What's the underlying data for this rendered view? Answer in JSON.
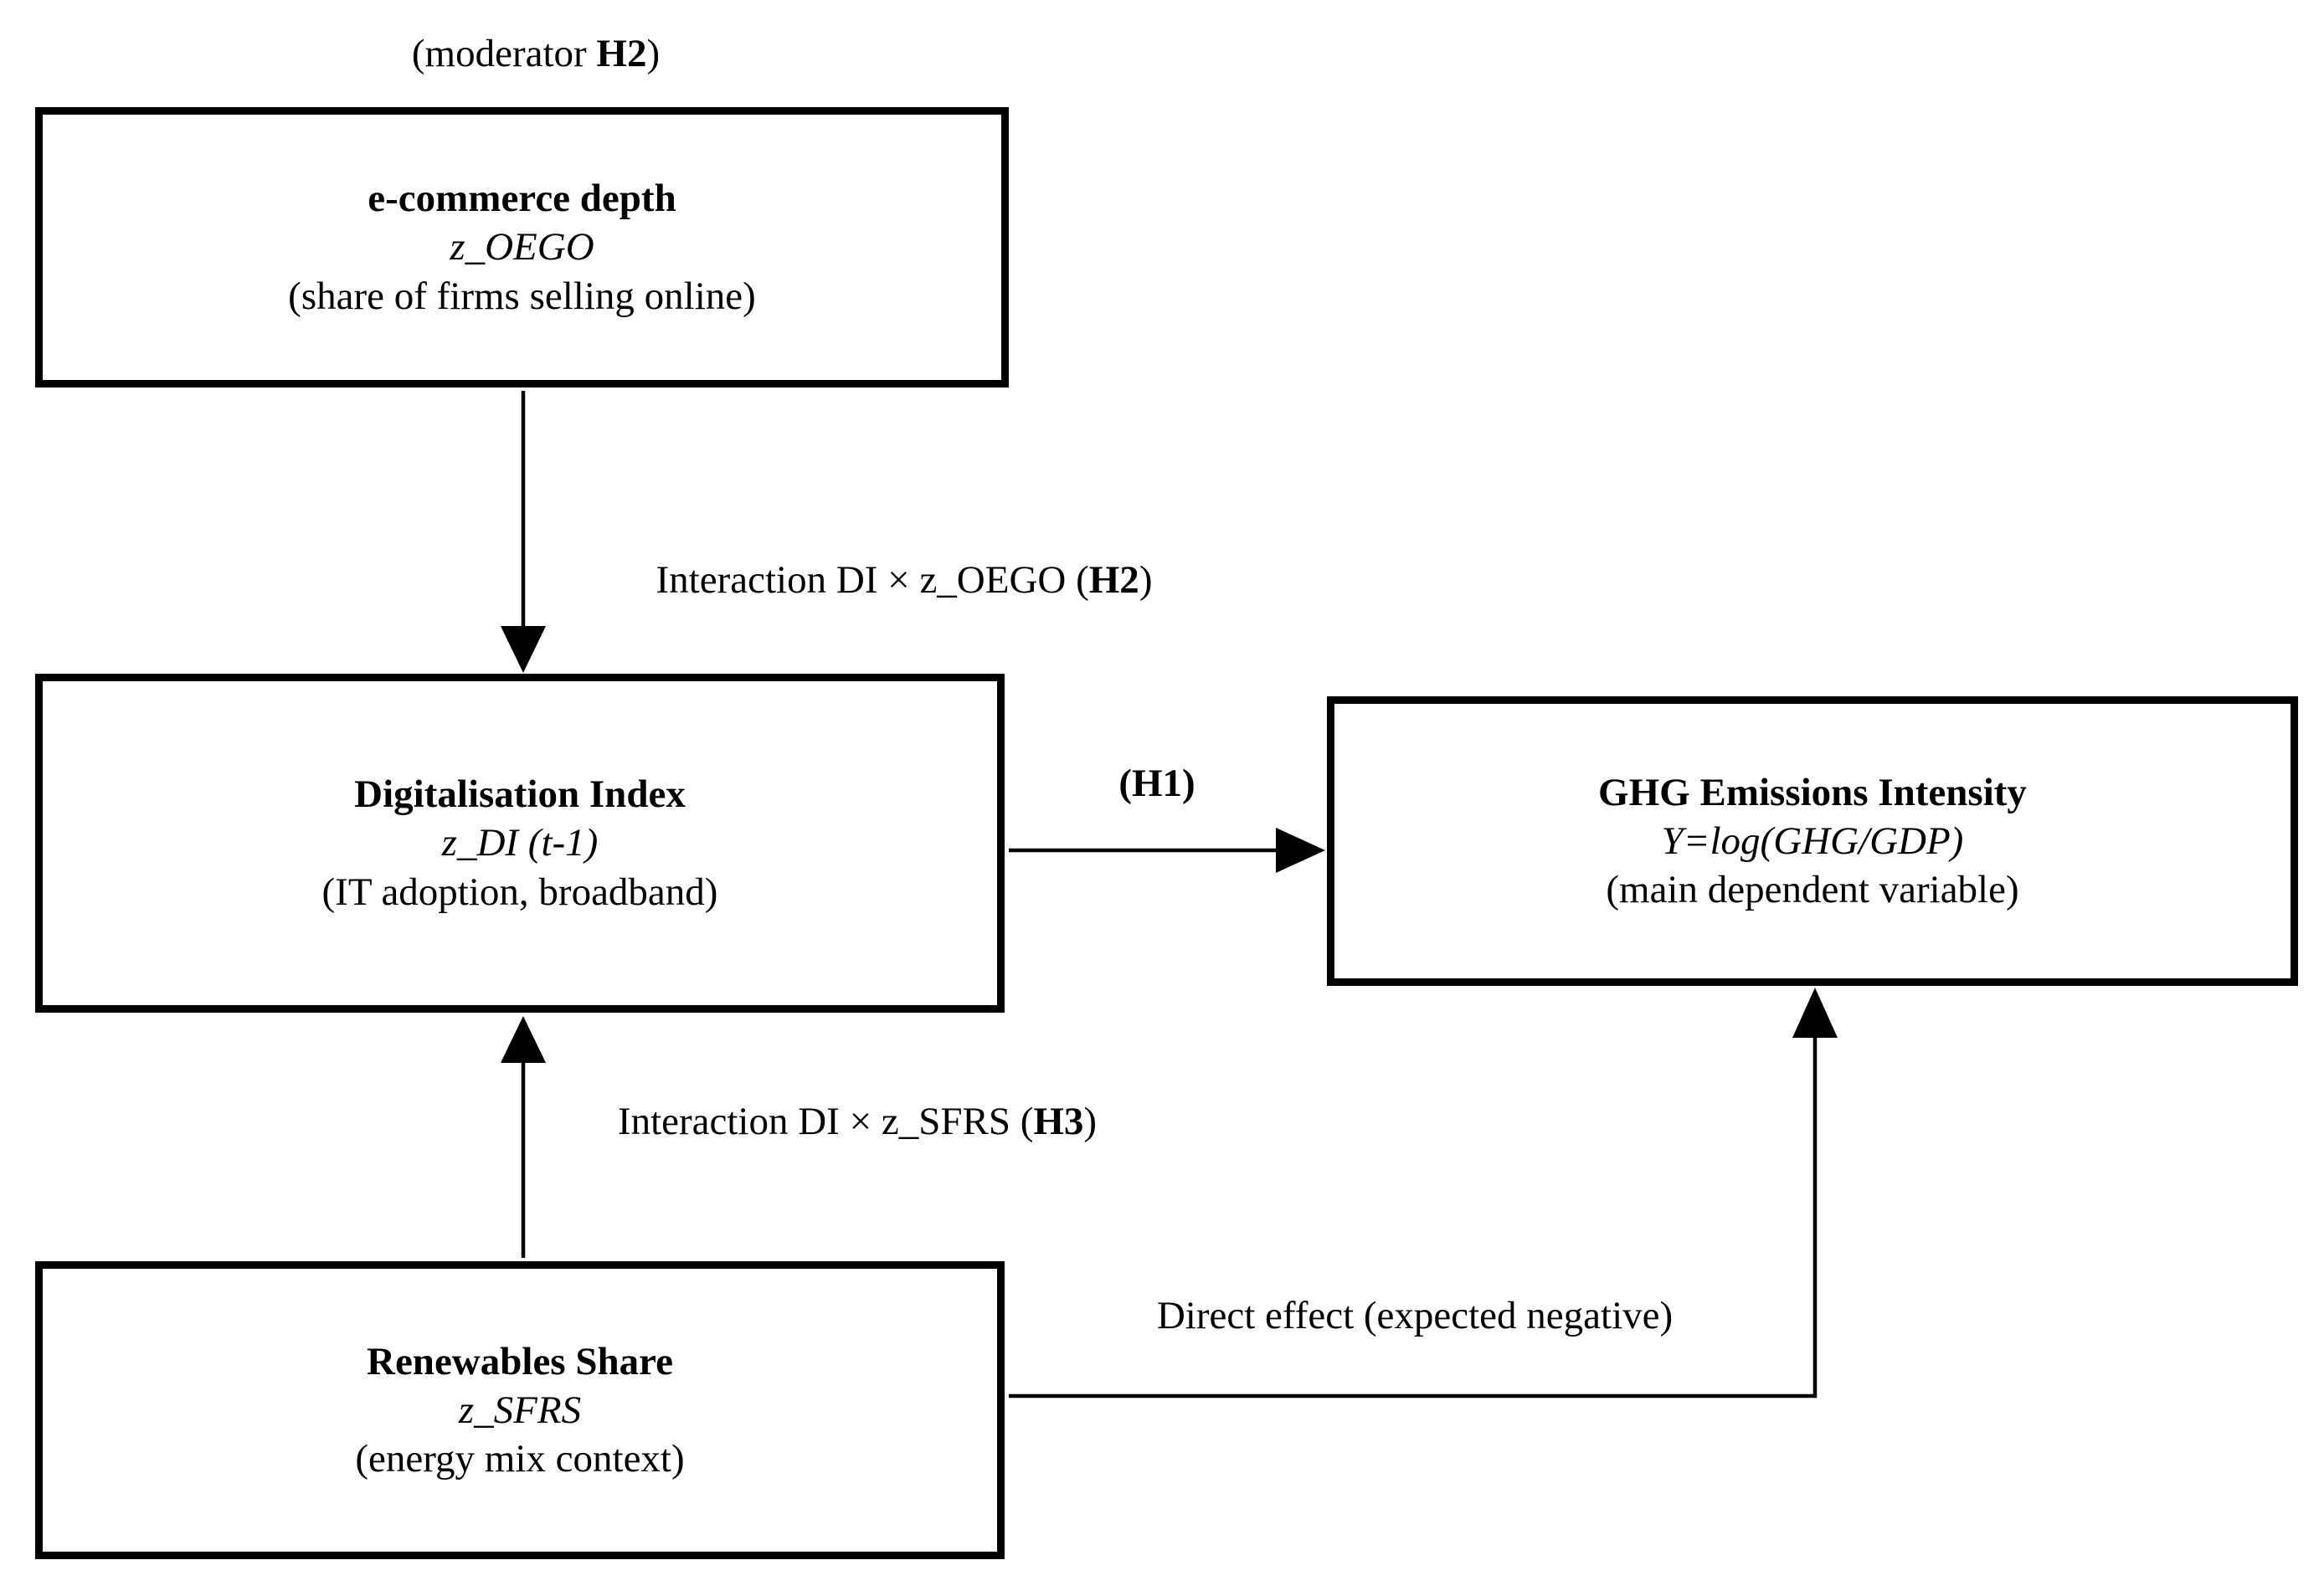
{
  "colors": {
    "background": "#ffffff",
    "ink": "#000000"
  },
  "annotations": {
    "moderator": {
      "prefix": "(moderator ",
      "bold": "H2",
      "suffix": ")"
    },
    "interaction_h2": {
      "prefix": "Interaction DI × z_OEGO (",
      "bold": "H2",
      "suffix": ")"
    },
    "h1": {
      "prefix": "",
      "bold": "(H1)",
      "suffix": ""
    },
    "interaction_h3": {
      "prefix": "Interaction DI × z_SFRS (",
      "bold": "H3",
      "suffix": ")"
    },
    "direct_effect": "Direct effect (expected negative)"
  },
  "boxes": {
    "ecommerce": {
      "title": "e-commerce depth",
      "variable": "z_OEGO",
      "note": "(share of firms selling online)"
    },
    "digitalisation": {
      "title": "Digitalisation Index",
      "variable": "z_DI (t-1)",
      "note": "(IT adoption, broadband)"
    },
    "ghg": {
      "title": "GHG Emissions Intensity",
      "variable": "Y=log(GHG/GDP)",
      "note": "(main dependent variable)"
    },
    "renewables": {
      "title": "Renewables Share",
      "variable": "z_SFRS",
      "note": "(energy mix context)"
    }
  }
}
